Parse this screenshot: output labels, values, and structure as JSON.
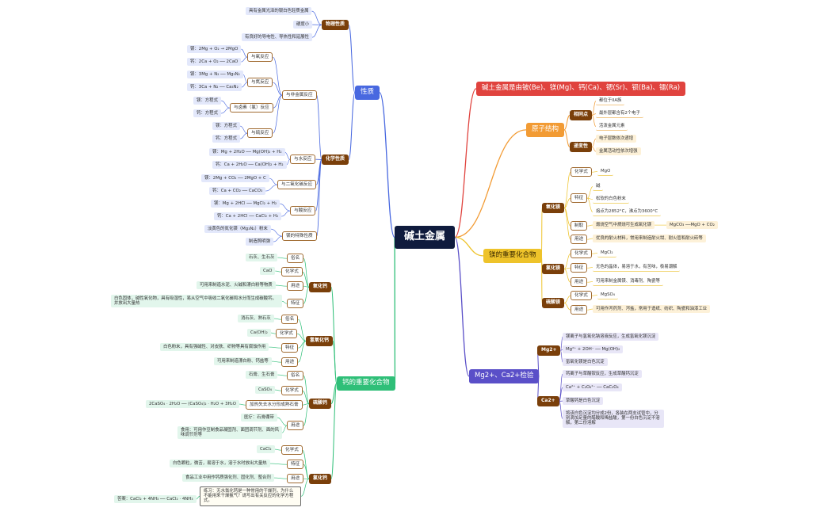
{
  "root": "碱土金属",
  "colors": {
    "red": "#e0433e",
    "orange": "#f29b34",
    "yellow": "#eec32a",
    "purple": "#5a4fc8",
    "green": "#2fbf78",
    "blue": "#4868e0",
    "brown": "#7a3f0a"
  },
  "right": {
    "intro": "碱土金属是由铍(Be)、镁(Mg)、钙(Ca)、锶(Sr)、钡(Ba)、镭(Ra)",
    "atomic": {
      "title": "原子结构",
      "similar": {
        "label": "相同点",
        "items": [
          "都位于IIA族",
          "最外层都含有2个电子",
          "活泼金属元素"
        ]
      },
      "diff": {
        "label": "递变性",
        "items": [
          "电子层数依次递增",
          "金属活动性依次增强"
        ]
      }
    },
    "mg_compounds": {
      "title": "镁的重要化合物",
      "mgo": {
        "label": "氧化镁",
        "formula_label": "化学式",
        "formula": "MgO",
        "feature_label": "特征",
        "features": [
          "碱",
          "松软的白色粉末",
          "熔点为2852°C，沸点为3600°C"
        ],
        "prep_label": "制取",
        "prep": "煅烧空气中燃烧可生成氧化镁",
        "prep_eq": "MgCO₃ ──MgO + CO₂",
        "use_label": "用途",
        "use": "优良的耐火材料，常用来制造耐火坩、耐火管和耐火砖等"
      },
      "mgcl2": {
        "label": "氯化镁",
        "formula_label": "化学式",
        "formula": "MgCl₂",
        "feature_label": "特征",
        "feature": "无色的晶体，易溶于水，有苦味，极易潮解",
        "use_label": "用途",
        "use": "可用来制金属镁、消毒剂、陶瓷等"
      },
      "mgso4": {
        "label": "硫酸镁",
        "formula_label": "化学式",
        "formula": "MgSO₄",
        "use_label": "用途",
        "use": "可用作泻药剂、泻盐，常用于造纸、纺织、陶瓷和油漆工业"
      }
    },
    "test": {
      "title": "Mg2+、Ca2+检验",
      "mg": {
        "label": "Mg2+",
        "items": [
          "镁离子与氢氧化钠溶液反应，生成氢氧化镁沉淀",
          "Mg²⁺ + 2OH⁻ ── Mg(OH)₂",
          "氢氧化镁是白色沉淀"
        ]
      },
      "ca": {
        "label": "Ca2+",
        "items": [
          "钙离子与草酸铵反应，生成草酸钙沉淀",
          "Ca²⁺ + C₂O₄²⁻ ── CaC₂O₄",
          "草酸钙是白色沉淀",
          "将该白色沉淀均分成2份，各装在两支试管中，分别滴加足量的醋酸和稀盐酸，第一份白色沉淀不溶解，第二份溶解"
        ]
      }
    }
  },
  "left": {
    "props": {
      "title": "性质",
      "physical": {
        "label": "物理性质",
        "items": [
          "具有金属光泽的银白色轻质金属",
          "硬度小",
          "有良好的导电性、导热性和延展性"
        ]
      },
      "chemical": {
        "label": "化学性质",
        "metal": {
          "label": "与非金属反应",
          "oxygen": {
            "label": "与氧反应",
            "items": [
              "镁：2Mg + O₂ → 2MgO",
              "钙：2Ca + O₂ ── 2CaO"
            ]
          },
          "nitrogen": {
            "label": "与氮反应",
            "items": [
              "镁：3Mg + N₂ ── Mg₃N₂",
              "钙：3Ca + N₂ ── Ca₃N₂"
            ]
          },
          "halogen": {
            "label": "与卤素（氯）反应",
            "items": [
              "镁：方程式",
              "钙：方程式"
            ]
          },
          "sulfur": {
            "label": "与硫反应",
            "items": [
              "镁：方程式",
              "钙：方程式"
            ]
          }
        },
        "water": {
          "label": "与水反应",
          "items": [
            "镁：Mg + 2H₂O ── Mg(OH)₂ + H₂",
            "钙：Ca + 2H₂O ── Ca(OH)₂ + H₂"
          ]
        },
        "co2": {
          "label": "与二氧化碳反应",
          "items": [
            "镁：2Mg + CO₂ ── 2MgO + C",
            "钙：Ca + CO₂ ── CaCO₃"
          ]
        },
        "acid": {
          "label": "与酸反应",
          "items": [
            "镁：Mg + 2HCl ── MgCl₂ + H₂",
            "钙：Ca + 2HCl ── CaCl₂ + H₂"
          ]
        },
        "special": {
          "label": "镁的特殊性质",
          "items": [
            "淡黄色的氮化镁（Mg₃N₂）粉末",
            "制造照明弹"
          ]
        }
      }
    },
    "ca_compounds": {
      "title": "钙的重要化合物",
      "cao": {
        "label": "氧化钙",
        "name_label": "俗名",
        "name": "石灰、生石灰",
        "formula_label": "化学式",
        "formula": "CaO",
        "use_label": "用途",
        "use": "可用来制造水泥、火碱和漂白粉等物质",
        "feature_label": "特征",
        "feature": "白色固体，碱性氧化物，具有吸湿性，易从空气中吸收二氧化碳和水分而生成碳酸钙，并放出大量热"
      },
      "caoh": {
        "label": "氢氧化钙",
        "name_label": "俗名",
        "name": "消石灰、熟石灰",
        "formula_label": "化学式",
        "formula": "Ca(OH)₂",
        "feature_label": "特征",
        "feature": "白色粉末，具有强碱性、对皮肤、织物等具有腐蚀作用",
        "use_label": "用途",
        "use": "可用来制造漂白粉、钙盐等"
      },
      "caso4": {
        "label": "硫酸钙",
        "name_label": "俗名",
        "name": "石膏、生石膏",
        "formula_label": "化学式",
        "formula": "CaSO₄",
        "heat_label": "加热失去水分形成熟石膏",
        "heat_eq": "2CaSO₄ · 2H₂O ── (CaSO₄)₂ · H₂O + 3H₂O",
        "use_label": "用途",
        "uses": [
          "医疗：石膏绷带",
          "食用：可用作豆制食品凝固剂、面团调节剂、面的风味调节剂等"
        ]
      },
      "cacl2": {
        "label": "氯化钙",
        "formula_label": "化学式",
        "formula": "CaCl₂",
        "feature_label": "特征",
        "feature": "白色颗粒，微苦，易溶于水，溶于水时放出大量热",
        "use_label": "用途",
        "use": "食品工业中用作钙质强化剂、固化剂、螯合剂",
        "exercise": "练习：无水氯化钙是一种常用的干燥剂，为什么不能用来干燥氨气？请写出有关反应的化学方程式。",
        "answer": "答案：CaCl₂ + 4NH₃ ── CaCl₂ · 4NH₃"
      }
    }
  }
}
